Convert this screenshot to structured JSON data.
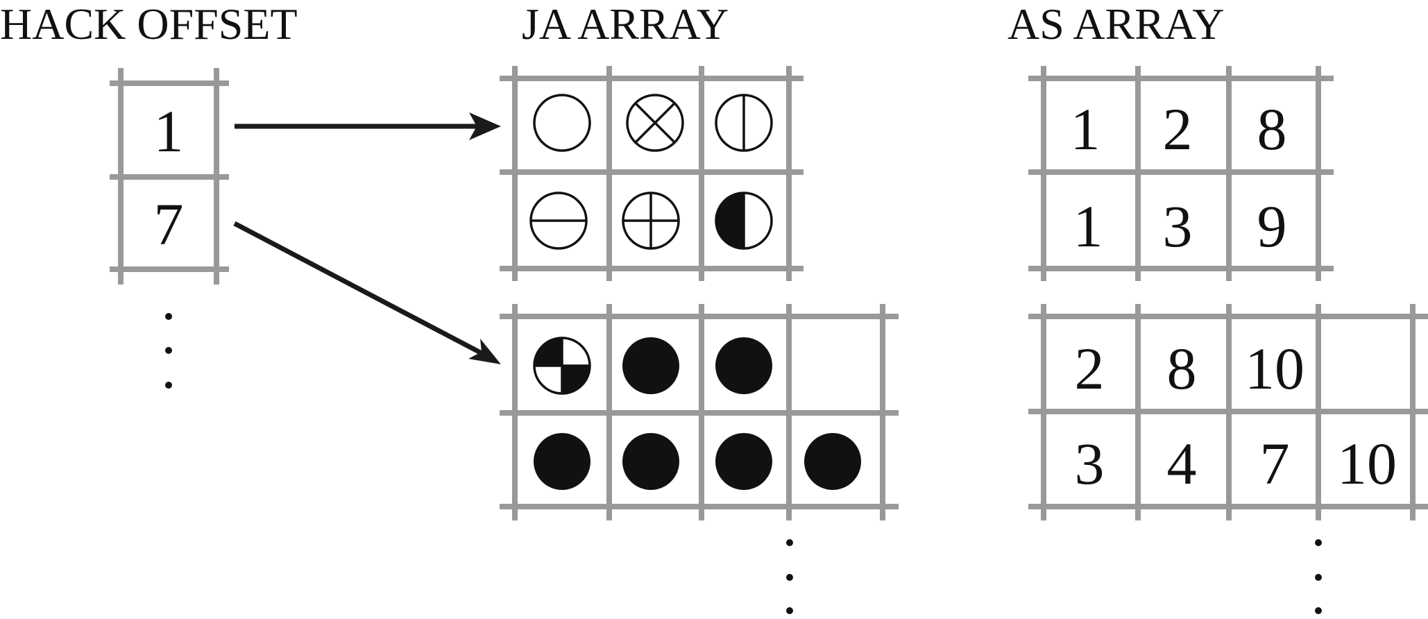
{
  "titles": {
    "hack_offset": "HACK OFFSET",
    "ja_array": "JA ARRAY",
    "as_array": "AS ARRAY"
  },
  "hack_offset": {
    "values": [
      "1",
      "7"
    ],
    "continuation": "⋮"
  },
  "ja_array": {
    "blocks": [
      {
        "rows": [
          [
            "circle-empty-icon",
            "circle-x-icon",
            "circle-vertical-line-icon"
          ],
          [
            "circle-horizontal-line-icon",
            "circle-plus-icon",
            "circle-left-half-filled-icon"
          ]
        ]
      },
      {
        "rows": [
          [
            "circle-quarter-filled-icon",
            "circle-filled-icon",
            "circle-filled-icon",
            ""
          ],
          [
            "circle-filled-icon",
            "circle-filled-icon",
            "circle-filled-icon",
            "circle-filled-icon"
          ]
        ]
      }
    ]
  },
  "as_array": {
    "blocks": [
      {
        "rows": [
          [
            "1",
            "2",
            "8"
          ],
          [
            "1",
            "3",
            "9"
          ]
        ]
      },
      {
        "rows": [
          [
            "2",
            "8",
            "10",
            ""
          ],
          [
            "3",
            "4",
            "7",
            "10"
          ]
        ]
      }
    ]
  },
  "colors": {
    "grid": "#999999",
    "ink": "#111111"
  }
}
